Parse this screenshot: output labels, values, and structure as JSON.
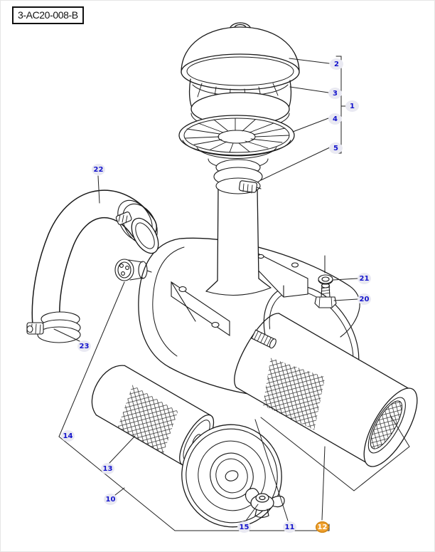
{
  "title_box": {
    "label": "3-AC20-008-B"
  },
  "selected_callout": "12",
  "colors": {
    "line": "#1a1a1a",
    "callout_text": "#1414cc",
    "callout_bg": "#e9e9f2",
    "highlight_bg": "#f0a12f",
    "highlight_ring": "#d08616",
    "highlight_text": "#ffffff"
  },
  "callouts": [
    {
      "label": "1"
    },
    {
      "label": "2"
    },
    {
      "label": "3"
    },
    {
      "label": "4"
    },
    {
      "label": "5"
    },
    {
      "label": "10"
    },
    {
      "label": "11"
    },
    {
      "label": "12"
    },
    {
      "label": "13"
    },
    {
      "label": "14"
    },
    {
      "label": "15"
    },
    {
      "label": "20"
    },
    {
      "label": "21"
    },
    {
      "label": "22"
    },
    {
      "label": "23"
    }
  ]
}
